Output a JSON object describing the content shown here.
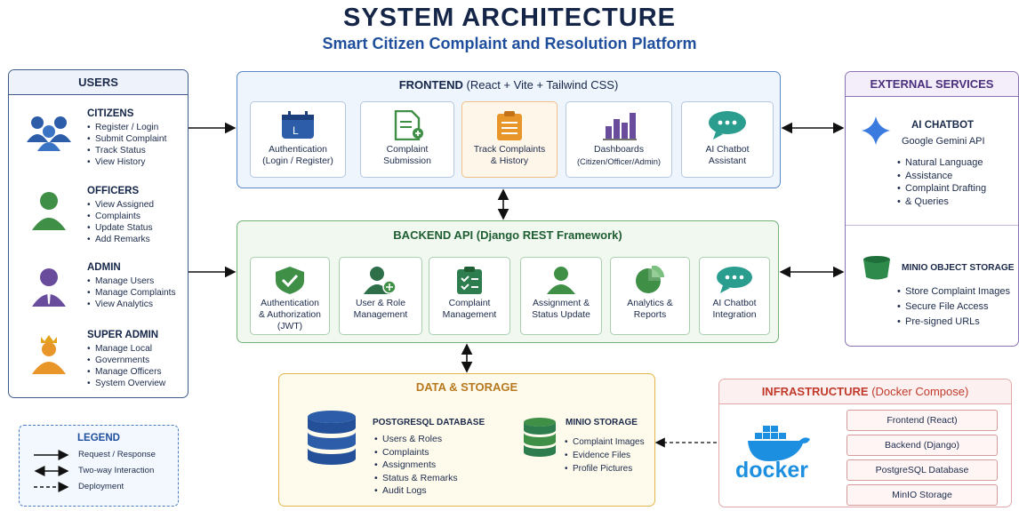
{
  "title": "SYSTEM ARCHITECTURE",
  "subtitle": "Smart Citizen Complaint and Resolution Platform",
  "users": {
    "heading": "USERS",
    "groups": [
      {
        "name": "CITIZENS",
        "icon": "citizens-group-icon",
        "items": [
          "Register / Login",
          "Submit Complaint",
          "Track Status",
          "View History"
        ]
      },
      {
        "name": "OFFICERS",
        "icon": "officer-icon",
        "items": [
          "View Assigned",
          "Complaints",
          "Update Status",
          "Add Remarks"
        ]
      },
      {
        "name": "ADMIN",
        "icon": "admin-icon",
        "items": [
          "Manage Users",
          "Manage Complaints",
          "View Analytics"
        ]
      },
      {
        "name": "SUPER ADMIN",
        "icon": "super-admin-icon",
        "items": [
          "Manage Local",
          "Governments",
          "Manage Officers",
          "System Overview"
        ]
      }
    ]
  },
  "frontend": {
    "heading": "FRONTEND",
    "tech": "(React + Vite + Tailwind CSS)",
    "cards": [
      {
        "line1": "Authentication",
        "line2": "(Login / Register)",
        "icon": "calendar-login-icon"
      },
      {
        "line1": "Complaint",
        "line2": "Submission",
        "icon": "document-plus-icon"
      },
      {
        "line1": "Track Complaints",
        "line2": "& History",
        "icon": "clipboard-list-icon"
      },
      {
        "line1": "Dashboards",
        "line2": "(Citizen/Officer/Admin)",
        "icon": "bar-chart-icon"
      },
      {
        "line1": "AI Chatbot",
        "line2": "Assistant",
        "icon": "chat-bubble-icon"
      }
    ]
  },
  "backend": {
    "heading": "BACKEND API",
    "tech": "(Django REST Framework)",
    "cards": [
      {
        "line1": "Authentication",
        "line2": "& Authorization",
        "line3": "(JWT)",
        "icon": "shield-check-icon"
      },
      {
        "line1": "User & Role",
        "line2": "Management",
        "icon": "user-gear-icon"
      },
      {
        "line1": "Complaint",
        "line2": "Management",
        "icon": "clipboard-check-icon"
      },
      {
        "line1": "Assignment &",
        "line2": "Status Update",
        "icon": "person-icon"
      },
      {
        "line1": "Analytics &",
        "line2": "Reports",
        "icon": "pie-chart-icon"
      },
      {
        "line1": "AI Chatbot",
        "line2": "Integration",
        "icon": "chat-bubble-icon"
      }
    ]
  },
  "data": {
    "heading": "DATA & STORAGE",
    "postgres": {
      "title": "POSTGRESQL DATABASE",
      "items": [
        "Users & Roles",
        "Complaints",
        "Assignments",
        "Status & Remarks",
        "Audit Logs"
      ]
    },
    "minio": {
      "title": "MINIO STORAGE",
      "items": [
        "Complaint Images",
        "Evidence Files",
        "Profile Pictures"
      ]
    }
  },
  "external": {
    "heading": "EXTERNAL SERVICES",
    "chatbot": {
      "title": "AI CHATBOT",
      "provider": "Google Gemini API",
      "items": [
        "Natural Language",
        "Assistance",
        "Complaint Drafting",
        "& Queries"
      ]
    },
    "minio": {
      "title": "MINIO OBJECT STORAGE",
      "items": [
        "Store Complaint Images",
        "Secure File Access",
        "Pre-signed URLs"
      ]
    }
  },
  "infra": {
    "heading": "INFRASTRUCTURE",
    "tech": "(Docker Compose)",
    "logo_text": "docker",
    "items": [
      "Frontend (React)",
      "Backend (Django)",
      "PostgreSQL Database",
      "MinIO Storage"
    ]
  },
  "legend": {
    "heading": "LEGEND",
    "items": [
      "Request / Response",
      "Two-way Interaction",
      "Deployment"
    ]
  },
  "colors": {
    "navy": "#142548",
    "blue": "#1f4f9c",
    "green": "#2e7d4f",
    "purple": "#6a4c9c",
    "orange": "#e08a1e",
    "docker": "#1d8fe0"
  }
}
